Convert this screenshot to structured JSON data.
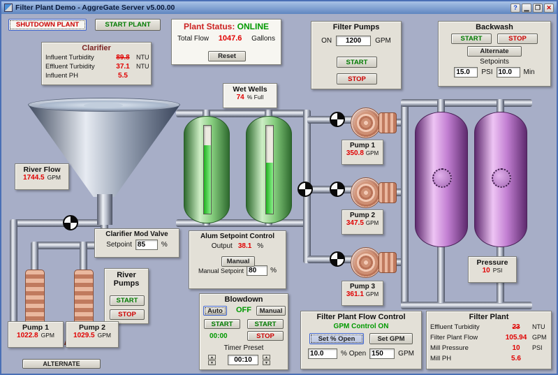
{
  "colors": {
    "value_red": "#e00000",
    "status_green": "#009900",
    "clarifier_title": "#7a2222"
  },
  "window": {
    "title": "Filter Plant Demo - AggreGate Server v5.00.00",
    "controls": {
      "help": "?",
      "minimize": "▁",
      "restore": "❐",
      "close": "✕"
    }
  },
  "header": {
    "shutdown_button": "SHUTDOWN PLANT",
    "start_button": "START PLANT"
  },
  "plant_status": {
    "label": "Plant Status:",
    "value": "ONLINE",
    "total_flow_label": "Total Flow",
    "total_flow_value": "1047.6",
    "total_flow_unit": "Gallons",
    "reset_button": "Reset"
  },
  "clarifier": {
    "title": "Clarifier",
    "rows": [
      {
        "label": "Influent Turbidity",
        "value": "89.8",
        "unit": "NTU"
      },
      {
        "label": "Effluent Turbidity",
        "value": "37.1",
        "unit": "NTU"
      },
      {
        "label": "Influent PH",
        "value": "5.5",
        "unit": ""
      }
    ]
  },
  "filter_pumps": {
    "title": "Filter Pumps",
    "on_label": "ON",
    "setpoint": "1200",
    "unit": "GPM",
    "start_button": "START",
    "stop_button": "STOP"
  },
  "backwash": {
    "title": "Backwash",
    "start_button": "START",
    "stop_button": "STOP",
    "alternate_button": "Alternate",
    "setpoints_label": "Setpoints",
    "psi_value": "15.0",
    "psi_unit": "PSI",
    "min_value": "10.0",
    "min_unit": "Min"
  },
  "wet_wells": {
    "title": "Wet Wells",
    "value": "74",
    "unit": "% Full"
  },
  "river_flow": {
    "title": "River Flow",
    "value": "1744.5",
    "unit": "GPM"
  },
  "clarifier_mod_valve": {
    "title": "Clarifier Mod Valve",
    "setpoint_label": "Setpoint",
    "setpoint_value": "85",
    "unit": "%"
  },
  "river_pumps": {
    "title": "River Pumps",
    "start_button": "START",
    "stop_button": "STOP",
    "alternate_button": "ALTERNATE"
  },
  "river_pump_1": {
    "title": "Pump 1",
    "value": "1022.8",
    "unit": "GPM"
  },
  "river_pump_2": {
    "title": "Pump 2",
    "value": "1029.5",
    "unit": "GPM"
  },
  "alum_control": {
    "title": "Alum Setpoint Control",
    "output_label": "Output",
    "output_value": "38.1",
    "output_unit": "%",
    "manual_button": "Manual",
    "manual_setpoint_label": "Manual Setpoint",
    "manual_setpoint_value": "80",
    "manual_setpoint_unit": "%"
  },
  "blowdown": {
    "title": "Blowdown",
    "auto_button": "Auto",
    "status": "OFF",
    "manual_button": "Manual",
    "start_button_1": "START",
    "start_button_2": "START",
    "elapsed": "00:00",
    "stop_button": "STOP",
    "timer_preset_label": "Timer Preset",
    "timer_preset_value": "00:10"
  },
  "filter_pump_1": {
    "title": "Pump 1",
    "value": "350.8",
    "unit": "GPM"
  },
  "filter_pump_2": {
    "title": "Pump 2",
    "value": "347.5",
    "unit": "GPM"
  },
  "filter_pump_3": {
    "title": "Pump 3",
    "value": "361.1",
    "unit": "GPM"
  },
  "pressure": {
    "title": "Pressure",
    "value": "10",
    "unit": "PSI"
  },
  "flow_control": {
    "title": "Filter Plant Flow Control",
    "status": "GPM Control ON",
    "set_percent_button": "Set % Open",
    "set_gpm_button": "Set GPM",
    "percent_value": "10.0",
    "percent_label": "% Open",
    "gpm_value": "150",
    "gpm_label": "GPM"
  },
  "filter_plant": {
    "title": "Filter Plant",
    "rows": [
      {
        "label": "Effluent Turbidity",
        "value": "23",
        "unit": "NTU"
      },
      {
        "label": "Filter Plant Flow",
        "value": "105.94",
        "unit": "GPM"
      },
      {
        "label": "Mill Pressure",
        "value": "10",
        "unit": "PSI"
      },
      {
        "label": "Mill PH",
        "value": "5.6",
        "unit": ""
      }
    ]
  },
  "tanks": {
    "wet_well_1_level": 78,
    "wet_well_2_level": 58
  },
  "spinner": {
    "up": "▲",
    "down": "▼"
  }
}
